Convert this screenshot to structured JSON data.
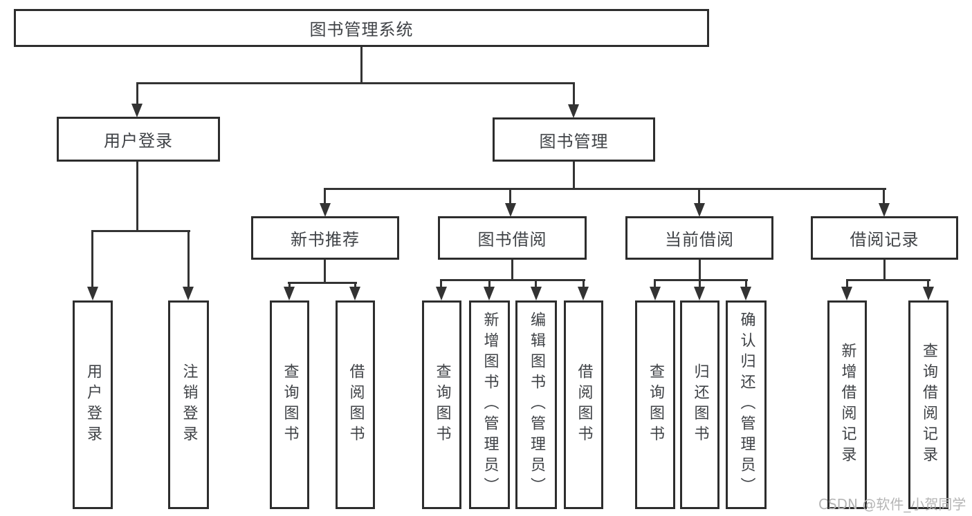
{
  "tree": {
    "label": "图书管理系统",
    "children": [
      {
        "label": "用户登录",
        "children": [
          {
            "label": "用户登录"
          },
          {
            "label": "注销登录"
          }
        ]
      },
      {
        "label": "图书管理",
        "children": [
          {
            "label": "新书推荐",
            "children": [
              {
                "label": "查询图书"
              },
              {
                "label": "借阅图书"
              }
            ]
          },
          {
            "label": "图书借阅",
            "children": [
              {
                "label": "查询图书"
              },
              {
                "label": "新增图书（管理员）"
              },
              {
                "label": "编辑图书（管理员）"
              },
              {
                "label": "借阅图书"
              }
            ]
          },
          {
            "label": "当前借阅",
            "children": [
              {
                "label": "查询图书"
              },
              {
                "label": "归还图书"
              },
              {
                "label": "确认归还（管理员）"
              }
            ]
          },
          {
            "label": "借阅记录",
            "children": [
              {
                "label": "新增借阅记录"
              },
              {
                "label": "查询借阅记录"
              }
            ]
          }
        ]
      }
    ]
  },
  "watermark": {
    "text": "CSDN @软件_小贺同学"
  },
  "colors": {
    "line": "#333333",
    "box_border": "#2d2d2d",
    "text": "#3f4246",
    "watermark": "#b5b5b5",
    "background": "#ffffff"
  }
}
